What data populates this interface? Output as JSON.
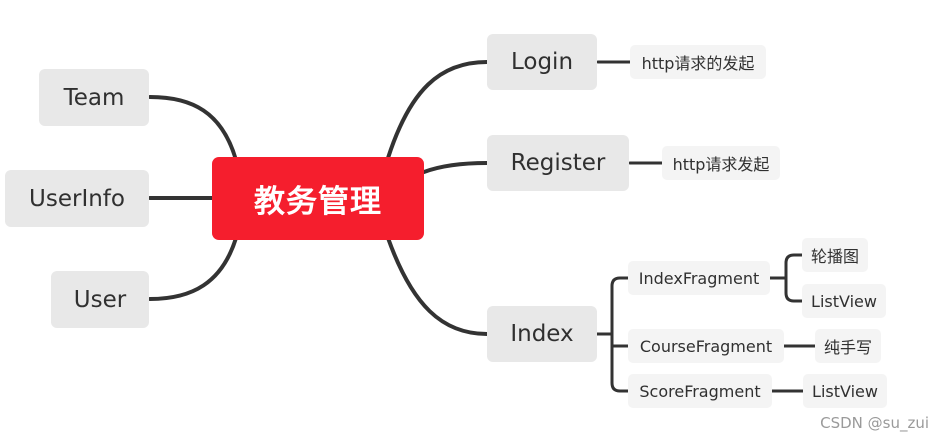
{
  "root": {
    "label": "教务管理",
    "color": "#f51e2d"
  },
  "left": {
    "team": "Team",
    "userinfo": "UserInfo",
    "user": "User"
  },
  "right": {
    "login": {
      "label": "Login",
      "child": "http请求的发起"
    },
    "register": {
      "label": "Register",
      "child": "http请求发起"
    },
    "index": {
      "label": "Index",
      "index_fragment": {
        "label": "IndexFragment",
        "children": [
          "轮播图",
          "ListView"
        ]
      },
      "course_fragment": {
        "label": "CourseFragment",
        "child": "纯手写"
      },
      "score_fragment": {
        "label": "ScoreFragment",
        "child": "ListView"
      }
    }
  },
  "watermark": "CSDN @su_zui",
  "line_color": "#333333"
}
